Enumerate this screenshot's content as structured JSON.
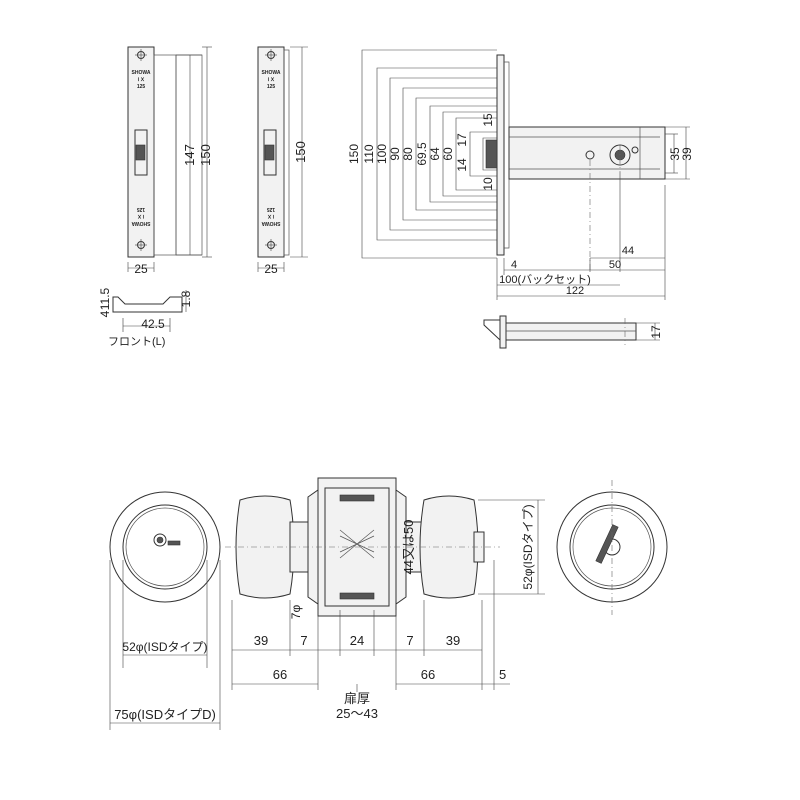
{
  "brand": "SHOWA",
  "brand_sub1": "Ⅰ Ⅹ",
  "brand_sub2": "125",
  "front": {
    "width": "25",
    "length_inner": "147",
    "length_outer": "150",
    "thickness_a": "4",
    "thickness_b": "11.5",
    "width_depth": "42.5",
    "edge": "1.8",
    "caption": "フロント(L)"
  },
  "strike": {
    "width": "25",
    "length": "150"
  },
  "latch": {
    "heights": [
      "150",
      "110",
      "100",
      "90",
      "80",
      "69.5",
      "64",
      "60",
      "17",
      "14",
      "15",
      "10"
    ],
    "right_a": "35",
    "right_b": "39",
    "d4": "4",
    "d44": "44",
    "d50": "50",
    "backset": "100(バックセット)",
    "overall": "122",
    "side_h": "17"
  },
  "knob": {
    "rose_isd": "52φ(ISDタイプ)",
    "rose_isdd": "75φ(ISDタイプD)",
    "vertical_isd": "52φ(ISDタイプ)",
    "spindle_h": "44又は50",
    "hole": "7φ",
    "k1": "39",
    "k2": "7",
    "k3": "24",
    "k4": "7",
    "k5": "39",
    "total_l": "66",
    "total_r": "66",
    "proj": "5",
    "door_label": "扉厚",
    "door_range": "25～43"
  }
}
